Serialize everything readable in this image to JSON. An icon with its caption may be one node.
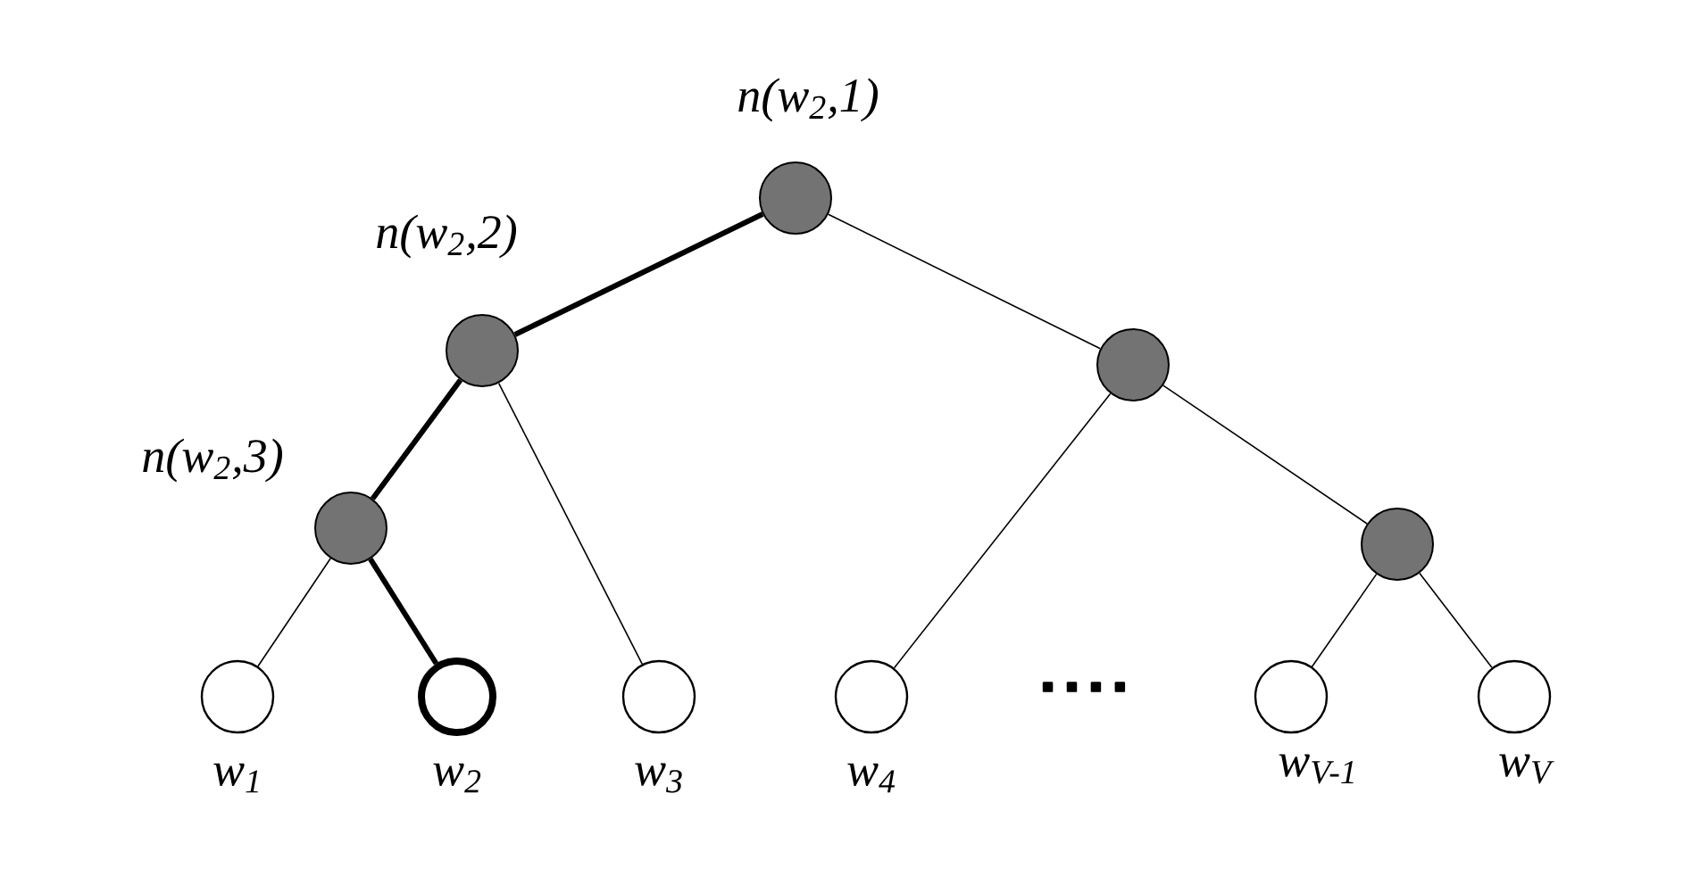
{
  "diagram": {
    "nodes": [
      {
        "text": [],
        "shape": "circle",
        "beside": [
          "*n*(*w*$_{2}$,1)"
        ]
      },
      {
        "text": [],
        "shape": "circle",
        "beside": [
          "*n*(*w*$_{2}$,2)"
        ]
      },
      {
        "text": [],
        "shape": "circle"
      },
      {
        "text": [],
        "shape": "circle",
        "beside": [
          "*n*(*w*$_{2}$,3)"
        ]
      },
      {
        "text": [],
        "shape": "circle"
      },
      {
        "text": [],
        "shape": "circle",
        "beside": [
          "w$_{1}$"
        ]
      },
      {
        "text": [],
        "shape": "circle",
        "beside": [
          "w$_{2}$"
        ]
      },
      {
        "text": [],
        "shape": "circle",
        "beside": [
          "w$_{3}$"
        ]
      },
      {
        "text": [],
        "shape": "circle",
        "beside": [
          "w$_{4}$"
        ]
      },
      {
        "text": [],
        "shape": "circle",
        "beside": [
          "w$_{V-1}$"
        ]
      },
      {
        "text": [],
        "shape": "circle",
        "beside": [
          "w$_{V}$"
        ]
      }
    ],
    "edges": [
      {
        "from": 0,
        "to": 1,
        "arrow": "none",
        "style": "thick"
      },
      {
        "from": 0,
        "to": 2,
        "arrow": "none"
      },
      {
        "from": 1,
        "to": 3,
        "arrow": "none",
        "style": "thick"
      },
      {
        "from": 1,
        "to": 7,
        "arrow": "none"
      },
      {
        "from": 2,
        "to": 8,
        "arrow": "none"
      },
      {
        "from": 2,
        "to": 4,
        "arrow": "none"
      },
      {
        "from": 3,
        "to": 5,
        "arrow": "none"
      },
      {
        "from": 3,
        "to": 6,
        "arrow": "none",
        "style": "thick"
      },
      {
        "from": 4,
        "to": 9,
        "arrow": "none"
      },
      {
        "from": 4,
        "to": 10,
        "arrow": "none"
      }
    ],
    "labels": [
      "...."
    ]
  }
}
